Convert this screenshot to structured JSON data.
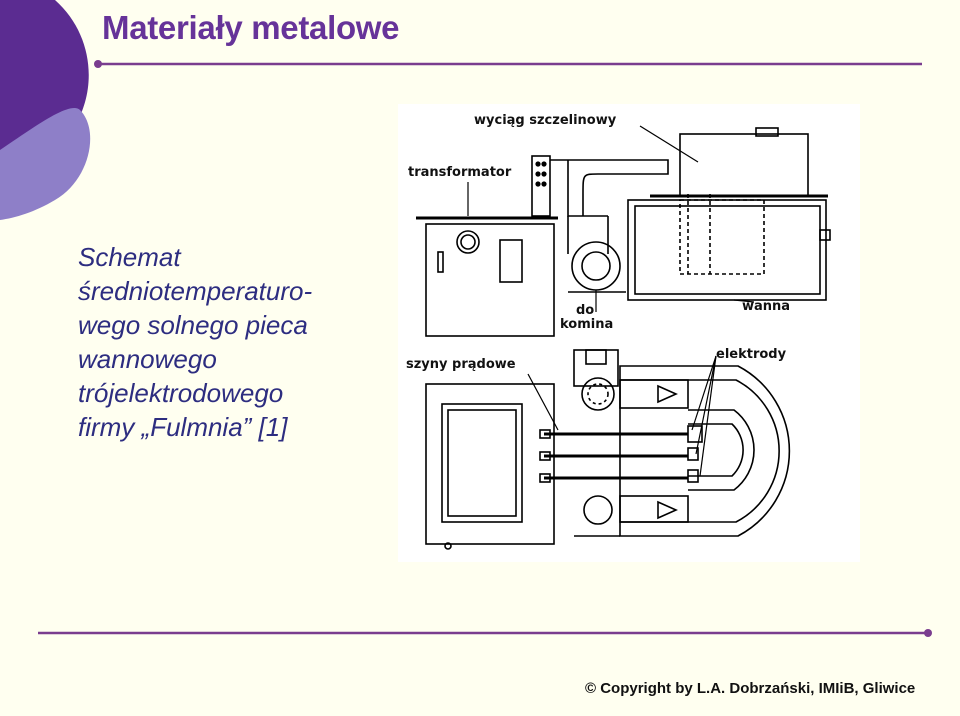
{
  "slide": {
    "title": "Materiały metalowe",
    "description_lines": [
      "Schemat",
      "średniotemperaturo-",
      "wego solnego pieca",
      "wannowego",
      "trójelektrodowego",
      "firmy „Fulmnia” [1]"
    ],
    "footer": "© Copyright by L.A. Dobrzański, IMIiB, Gliwice"
  },
  "figure": {
    "labels": {
      "wyciag": "wyciąg szczelinowy",
      "transformator": "transformator",
      "do": "do",
      "komina": "komina",
      "wanna": "wanna",
      "szyny": "szyny prądowe",
      "elektrody": "elektrody"
    }
  },
  "colors": {
    "title": "#663399",
    "body_text": "#2d2d80",
    "rule": "#7a3d8f",
    "accent_dark": "#5b2c91",
    "accent_light": "#8e7fc8",
    "background": "#fffff0"
  }
}
